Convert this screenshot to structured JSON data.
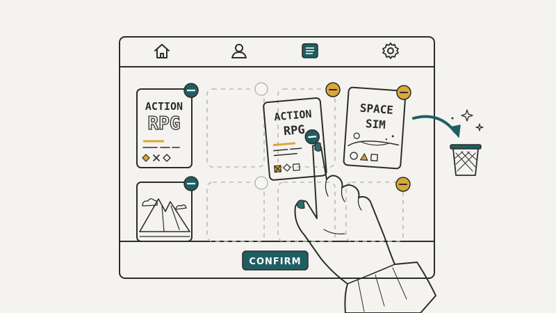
{
  "nav": {
    "items": [
      {
        "icon": "home-icon"
      },
      {
        "icon": "user-icon"
      },
      {
        "icon": "library-icon",
        "active": true
      },
      {
        "icon": "gear-icon"
      }
    ]
  },
  "cards": {
    "action_rpg_left": {
      "line1": "ACTION",
      "line2": "RPG"
    },
    "action_rpg_dragged": {
      "line1": "ACTION",
      "line2": "RPG"
    },
    "space_sim": {
      "line1": "SPACE",
      "line2": "SIM"
    }
  },
  "confirm": {
    "label": "CONFIRM"
  },
  "colors": {
    "teal": "#1f5e63",
    "gold": "#d9a73a",
    "ink": "#2b2b2b",
    "background": "#f4f3ef"
  }
}
